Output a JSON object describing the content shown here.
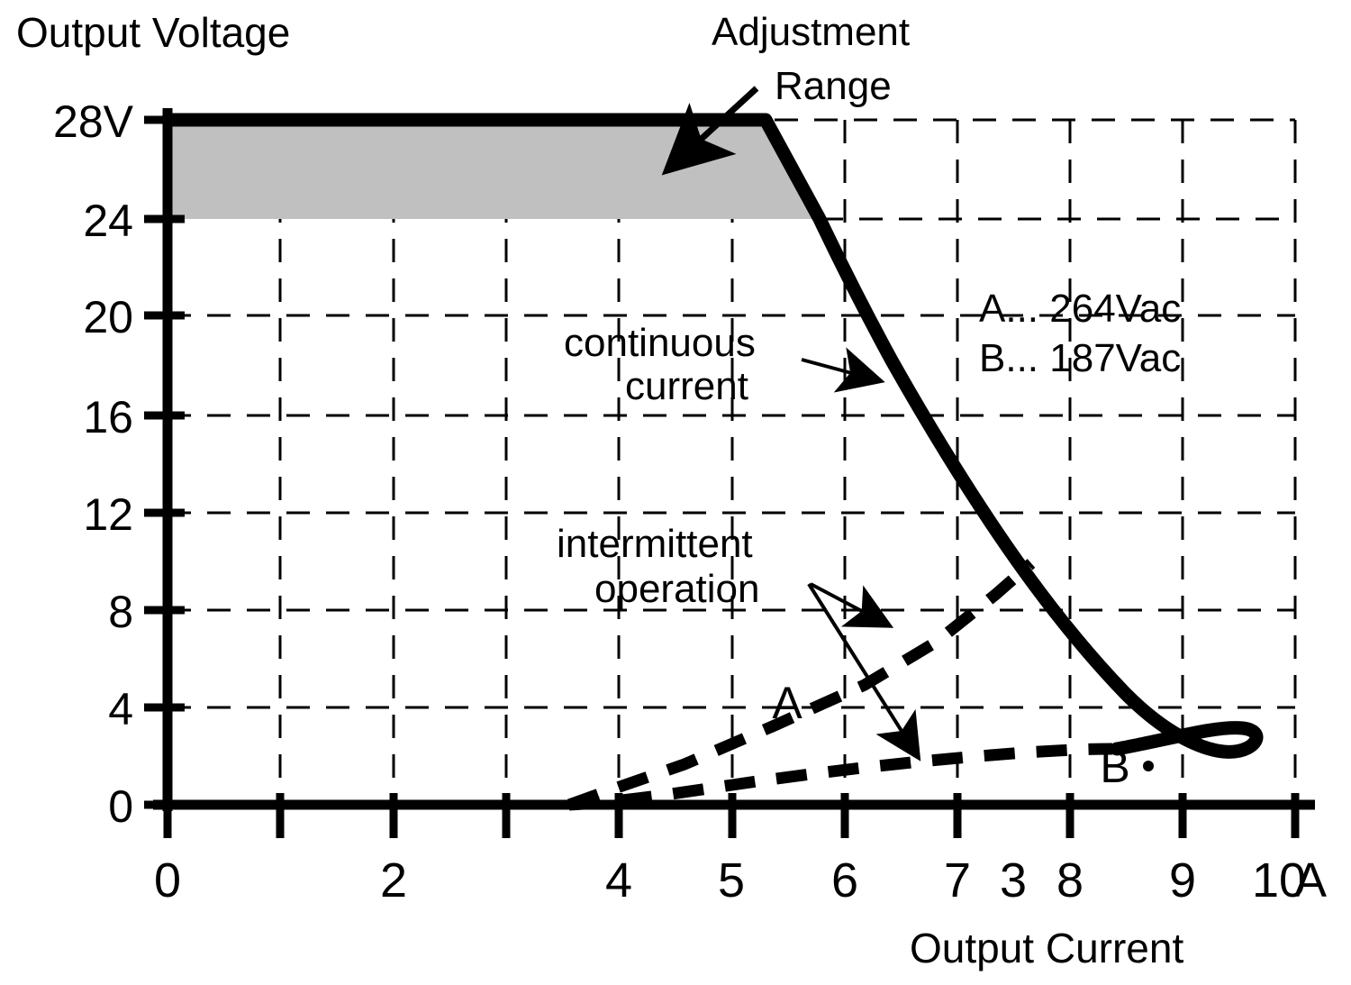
{
  "chart_data": {
    "type": "line",
    "title": "",
    "xlabel": "Output Current",
    "xunit": "A",
    "ylabel": "Output Voltage",
    "yunit": "V",
    "xlim": [
      0,
      10
    ],
    "ylim": [
      0,
      28
    ],
    "grid": true,
    "grid_style": "dashed",
    "x_ticks": [
      0,
      1,
      2,
      3,
      4,
      5,
      6,
      7,
      8,
      9,
      10
    ],
    "x_tick_labels": [
      "0",
      "",
      "2",
      "",
      "4",
      "5",
      "6",
      "7",
      "8",
      "9",
      "10"
    ],
    "x_extra_labels": [
      {
        "text": "3",
        "x": 7.5
      },
      {
        "text": "A",
        "x": 10.05
      }
    ],
    "y_ticks": [
      0,
      4,
      8,
      12,
      16,
      20,
      24,
      28
    ],
    "y_tick_labels": [
      "0",
      "4",
      "8",
      "12",
      "16",
      "20",
      "24",
      "28V"
    ],
    "shaded_region": {
      "label": "Adjustment Range",
      "color": "#c0c0c0",
      "y_top": 28,
      "y_bottom": 24,
      "x_from": 0,
      "x_to": 5.8
    },
    "series": [
      {
        "name": "continuous current",
        "style": "solid",
        "width": "thick",
        "label": "continuous current",
        "points": [
          [
            0.0,
            28.0
          ],
          [
            5.3,
            28.0
          ],
          [
            5.8,
            24.0
          ],
          [
            6.0,
            22.1
          ],
          [
            6.3,
            19.6
          ],
          [
            6.6,
            17.2
          ],
          [
            7.0,
            14.4
          ],
          [
            7.4,
            12.0
          ],
          [
            7.8,
            10.0
          ],
          [
            8.2,
            8.3
          ],
          [
            8.6,
            6.8
          ],
          [
            9.0,
            5.5
          ],
          [
            9.4,
            4.2
          ],
          [
            9.65,
            3.3
          ],
          [
            9.75,
            2.8
          ],
          [
            9.68,
            2.3
          ],
          [
            9.5,
            2.1
          ]
        ]
      },
      {
        "name": "A",
        "style": "dashed",
        "label": "A",
        "legend": "A... 264Vac",
        "points": [
          [
            3.7,
            0.0
          ],
          [
            4.0,
            0.45
          ],
          [
            4.6,
            2.0
          ],
          [
            5.2,
            3.6
          ],
          [
            5.8,
            5.2
          ],
          [
            6.4,
            6.7
          ],
          [
            7.0,
            8.1
          ],
          [
            7.5,
            9.4
          ],
          [
            7.8,
            10.3
          ]
        ]
      },
      {
        "name": "B",
        "style": "dashed",
        "label": "B",
        "legend": "B... 187Vac",
        "points": [
          [
            3.7,
            0.0
          ],
          [
            4.2,
            0.15
          ],
          [
            5.0,
            0.5
          ],
          [
            5.8,
            0.85
          ],
          [
            6.6,
            1.2
          ],
          [
            7.4,
            1.5
          ],
          [
            8.2,
            1.8
          ],
          [
            9.0,
            2.05
          ],
          [
            9.5,
            2.15
          ]
        ]
      }
    ],
    "legend": {
      "position": "upper-right",
      "entries": [
        {
          "key": "A",
          "text": "A... 264Vac"
        },
        {
          "key": "B",
          "text": "B... 187Vac"
        }
      ]
    },
    "annotations": [
      {
        "name": "adjustment-range",
        "text_lines": [
          "Adjustment",
          "Range"
        ],
        "arrow_from": [
          5.3,
          27.2
        ],
        "arrow_to": [
          4.5,
          26.2
        ]
      },
      {
        "name": "continuous-current",
        "text_lines": [
          "continuous",
          "current"
        ],
        "arrow_from": [
          6.0,
          18.6
        ],
        "arrow_to": [
          6.6,
          17.4
        ]
      },
      {
        "name": "intermittent-operation",
        "text_lines": [
          "intermittent",
          "operation"
        ],
        "arrow_from": [
          6.5,
          11.0
        ],
        "arrow_to_1": [
          7.1,
          8.4
        ],
        "arrow_to_2": [
          6.8,
          2.0
        ]
      }
    ]
  },
  "labels": {
    "y_axis_title": "Output Voltage",
    "x_axis_title": "Output Current",
    "adjustment_range_line1": "Adjustment",
    "adjustment_range_line2": "Range",
    "continuous_line1": "continuous",
    "continuous_line2": "current",
    "intermittent_line1": "intermittent",
    "intermittent_line2": "operation",
    "legend_a": "A... 264Vac",
    "legend_b": "B... 187Vac",
    "curve_a_letter": "A",
    "curve_b_letter": "B",
    "y_tick_0": "0",
    "y_tick_4": "4",
    "y_tick_8": "8",
    "y_tick_12": "12",
    "y_tick_16": "16",
    "y_tick_20": "20",
    "y_tick_24": "24",
    "y_tick_28": "28V",
    "x_tick_0": "0",
    "x_tick_2": "2",
    "x_tick_4": "4",
    "x_tick_5": "5",
    "x_tick_6": "6",
    "x_tick_7": "7",
    "x_tick_stray3": "3",
    "x_tick_8": "8",
    "x_tick_9": "9",
    "x_tick_10": "10",
    "x_unit_A": "A"
  },
  "colors": {
    "ink": "#000000",
    "shade": "#c0c0c0",
    "background": "#ffffff"
  }
}
